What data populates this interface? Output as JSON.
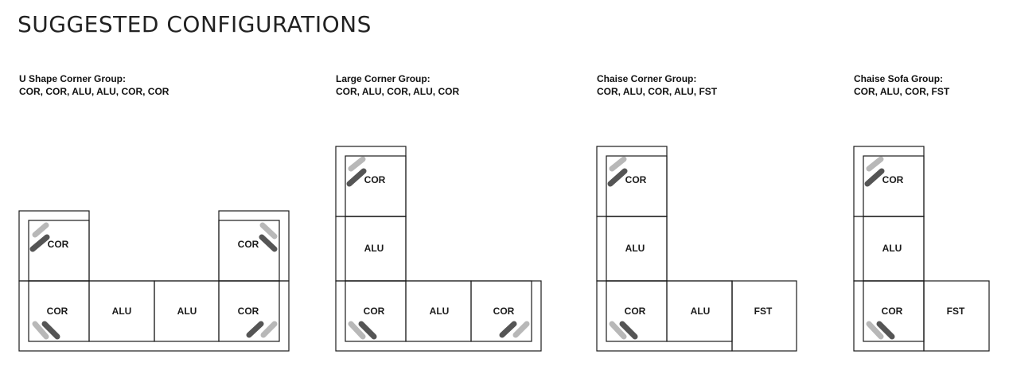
{
  "page": {
    "title": "SUGGESTED CONFIGURATIONS"
  },
  "groups": [
    {
      "name": "U Shape Corner Group:",
      "items": "COR, COR, ALU, ALU, COR, COR"
    },
    {
      "name": "Large Corner Group:",
      "items": "COR, ALU, COR, ALU, COR"
    },
    {
      "name": "Chaise Corner Group:",
      "items": "COR, ALU, COR, ALU, FST"
    },
    {
      "name": "Chaise Sofa Group:",
      "items": "COR, ALU, COR, FST"
    }
  ],
  "units": {
    "cor": "COR",
    "alu": "ALU",
    "fst": "FST"
  },
  "colors": {
    "line": "#1b1b1b",
    "strap_dark": "#555555",
    "strap_light": "#b8b8b8"
  }
}
